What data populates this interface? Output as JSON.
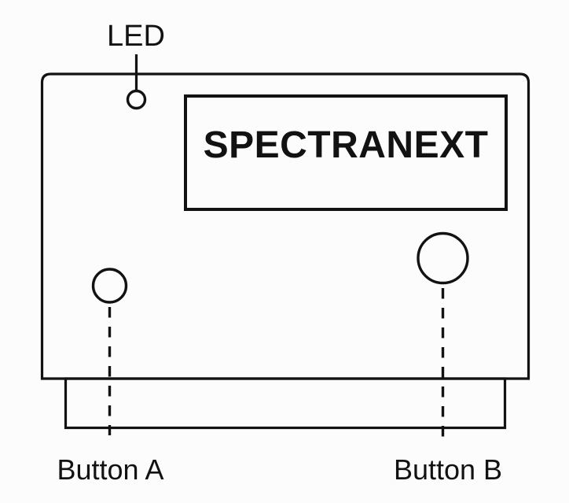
{
  "device": {
    "brand": "SPECTRANEXT",
    "led_label": "LED",
    "button_a_label": "Button A",
    "button_b_label": "Button B"
  },
  "icons": {
    "led_indicator": "led-indicator-circle",
    "button_a": "button-a-circle",
    "button_b": "button-b-circle"
  },
  "theme": {
    "bg": "#fcfcfc",
    "ink": "#121212"
  }
}
